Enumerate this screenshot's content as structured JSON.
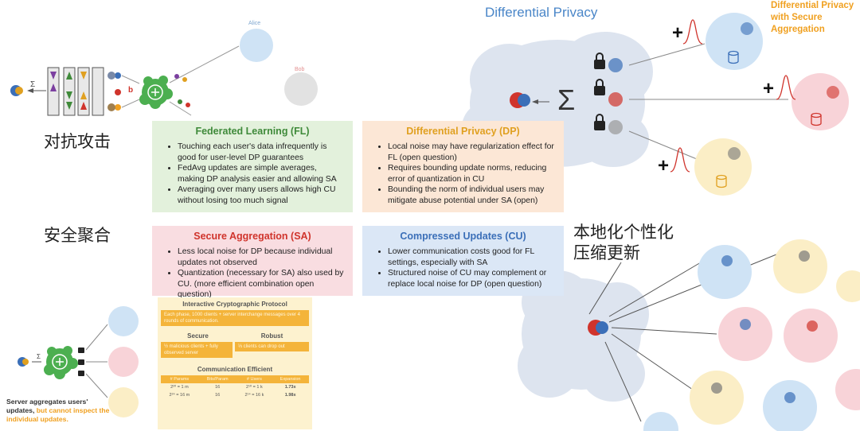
{
  "colors": {
    "fl": "#3f8a3a",
    "dp": "#e0a020",
    "sa": "#d0342c",
    "cu": "#3b6fb8",
    "cloud": "#dde4ef",
    "blue_client": "#cfe3f5",
    "pink_client": "#f8d3d8",
    "yellow_client": "#fbeec6"
  },
  "left_labels": {
    "adversarial": "对抗攻击",
    "secure_agg": "安全聚合"
  },
  "top_diagram": {
    "alice": "Alice",
    "bob": "Bob",
    "sigma": "Σ",
    "letter_b": "b"
  },
  "boxes": {
    "fl": {
      "title": "Federated Learning (FL)",
      "items": [
        "Touching each user's data infrequently is good for user-level DP guarantees",
        "FedAvg updates are simple averages, making DP analysis easier and allowing SA",
        "Averaging over many users allows high CU without losing too much signal"
      ]
    },
    "dp": {
      "title": "Differential Privacy (DP)",
      "items": [
        "Local noise may have regularization effect for FL (open question)",
        "Requires bounding update norms, reducing error of quantization in CU",
        "Bounding the norm of individual users may mitigate abuse potential under SA (open)"
      ]
    },
    "sa": {
      "title": "Secure Aggregation (SA)",
      "items": [
        "Less local noise for DP because individual updates not observed",
        "Quantization (necessary for SA) also used by CU. (more efficient combination open question)"
      ]
    },
    "cu": {
      "title": "Compressed Updates (CU)",
      "items": [
        "Lower communication costs good for FL settings, especially with SA",
        "Structured noise of CU may complement or replace local noise for DP (open question)"
      ]
    }
  },
  "right_top": {
    "title": "Differential Privacy",
    "corner_label": "Differential Privacy with Secure Aggregation",
    "sigma": "Σ",
    "plus": "+"
  },
  "right_bottom": {
    "label_line1": "本地化个性化",
    "label_line2": "压缩更新"
  },
  "protocol": {
    "title": "Interactive Cryptographic Protocol",
    "intro": "Each phase, 1000 clients + server interchange messages over 4 rounds of communication.",
    "secure": "Secure",
    "robust": "Robust",
    "secure_desc": "½ malicious clients + fully observed server",
    "robust_desc": "⅓ clients can drop out",
    "comm": "Communication Efficient",
    "headers": [
      "# Params",
      "Bits/Param",
      "# Users",
      "Expansion"
    ],
    "rows": [
      [
        "2²⁰ = 1 m",
        "16",
        "2¹⁰ = 1 k",
        "1.73x"
      ],
      [
        "2²⁴ = 16 m",
        "16",
        "2¹⁴ = 16 k",
        "1.98x"
      ]
    ]
  },
  "bottom_left_note": {
    "part1": "Server aggregates users' updates, ",
    "part2": "but cannot inspect the individual updates."
  }
}
